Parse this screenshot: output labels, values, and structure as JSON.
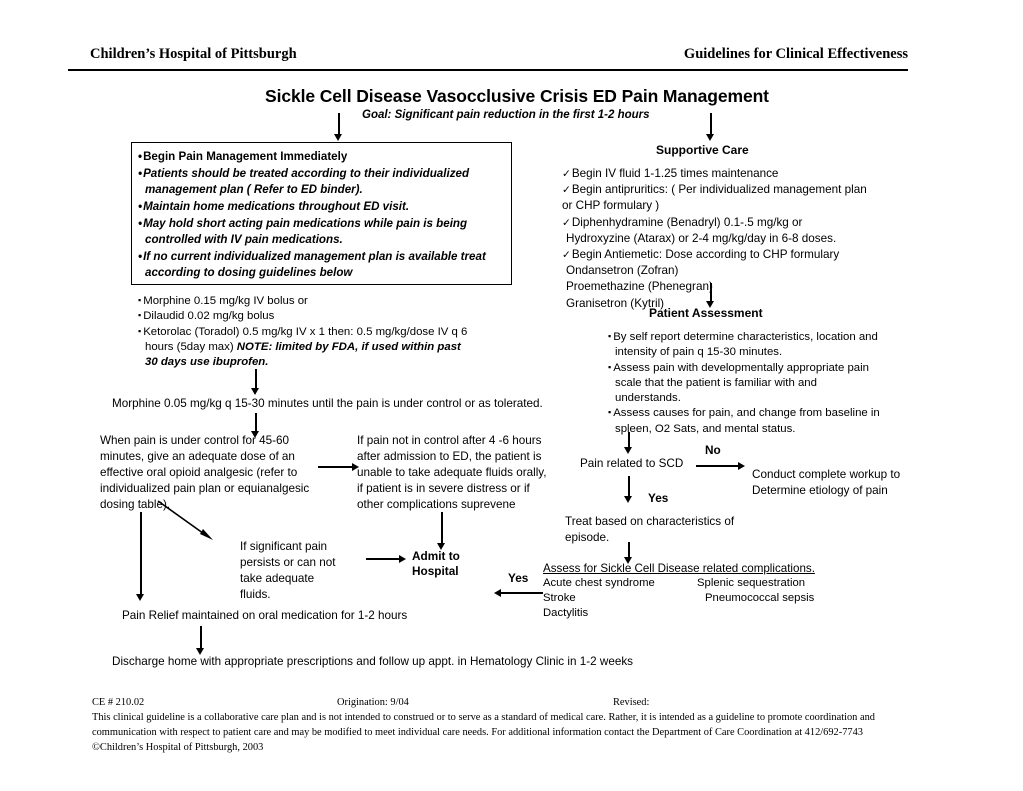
{
  "header": {
    "left": "Children’s Hospital of Pittsburgh",
    "right": "Guidelines for Clinical Effectiveness"
  },
  "title": "Sickle Cell Disease Vasocclusive Crisis ED Pain Management",
  "goal": "Goal:  Significant pain reduction in the first 1-2 hours",
  "main_box": {
    "bullets": [
      "Begin Pain Management Immediately",
      "Patients should be treated according to their individualized management plan ( Refer to ED binder).",
      "Maintain home medications throughout ED visit.",
      "May hold short acting pain medications while pain is being controlled with IV pain medications.",
      "If no current individualized management plan is available treat according to dosing guidelines below"
    ]
  },
  "dosing": {
    "items": [
      "Morphine 0.15 mg/kg IV bolus or",
      "Dilaudid 0.02 mg/kg bolus"
    ],
    "ketorolac_plain": "Ketorolac (Toradol) 0.5 mg/kg IV x 1 then:  0.5 mg/kg/dose IV q 6 hours (5day max) ",
    "ketorolac_note": "NOTE: limited by FDA, if used within past 30 days use ibuprofen."
  },
  "supportive_care": {
    "title": "Supportive Care",
    "items": [
      "Begin IV fluid 1-1.25 times maintenance",
      "Begin antipruritics: ( Per individualized management plan",
      "or CHP formulary )",
      "Diphenhydramine (Benadryl) 0.1-.5 mg/kg or",
      "Hydroxyzine (Atarax) or 2-4 mg/kg/day in 6-8 doses.",
      "Begin Antiemetic:  Dose according to CHP formulary",
      "Ondansetron (Zofran)",
      "Proemethazine (Phenegran)",
      "Granisetron (Kytril)"
    ]
  },
  "patient_assessment": {
    "title": "Patient Assessment",
    "items": [
      "By self report determine characteristics, location and intensity of pain q 15-30 minutes.",
      "Assess pain with developmentally appropriate pain scale that the patient is familiar with and understands.",
      "Assess causes for pain, and change from baseline in spleen, O2 Sats, and mental status."
    ]
  },
  "flow": {
    "morphine_titration": "Morphine 0.05 mg/kg q 15-30 minutes until the pain is under control or as tolerated.",
    "pain_controlled": "When pain is under control for 45-60 minutes, give an adequate dose of an effective oral opioid analgesic (refer to individualized pain plan or equianalgesic dosing table).",
    "pain_not_controlled": "If pain not in control after 4 -6 hours after admission to ED, the patient is unable to take adequate fluids orally, if patient is in severe distress or if other complications suprevene",
    "significant_pain": "If significant pain persists or can not take adequate fluids.",
    "admit": "Admit to Hospital",
    "pain_relief": "Pain Relief maintained on oral medication for 1-2 hours",
    "discharge": "Discharge home with appropriate prescriptions and follow up appt. in Hematology Clinic in 1-2 weeks",
    "pain_related_scd": "Pain related to SCD",
    "label_no": "No",
    "label_yes": "Yes",
    "label_yes2": "Yes",
    "workup": "Conduct complete workup to Determine etiology of pain",
    "treat_based": "Treat based on characteristics of episode."
  },
  "complications": {
    "heading": "Assess for Sickle Cell Disease related complications.",
    "col1": [
      "Acute chest syndrome",
      "Stroke",
      "Dactylitis"
    ],
    "col2": [
      "Splenic sequestration",
      "Pneumococcal sepsis"
    ]
  },
  "footer": {
    "ce_number": "CE # 210.02",
    "origination": "Origination: 9/04",
    "revised": "Revised:",
    "disclaimer": "This clinical guideline is a collaborative care plan and is not intended to construed or to serve as a standard of medical care.  Rather, it is intended as a guideline to promote coordination and communication with respect to patient care and may be modified to meet individual care needs. For additional information contact the Department of Care Coordination at 412/692-7743",
    "copyright": "©Children’s Hospital of Pittsburgh, 2003"
  }
}
